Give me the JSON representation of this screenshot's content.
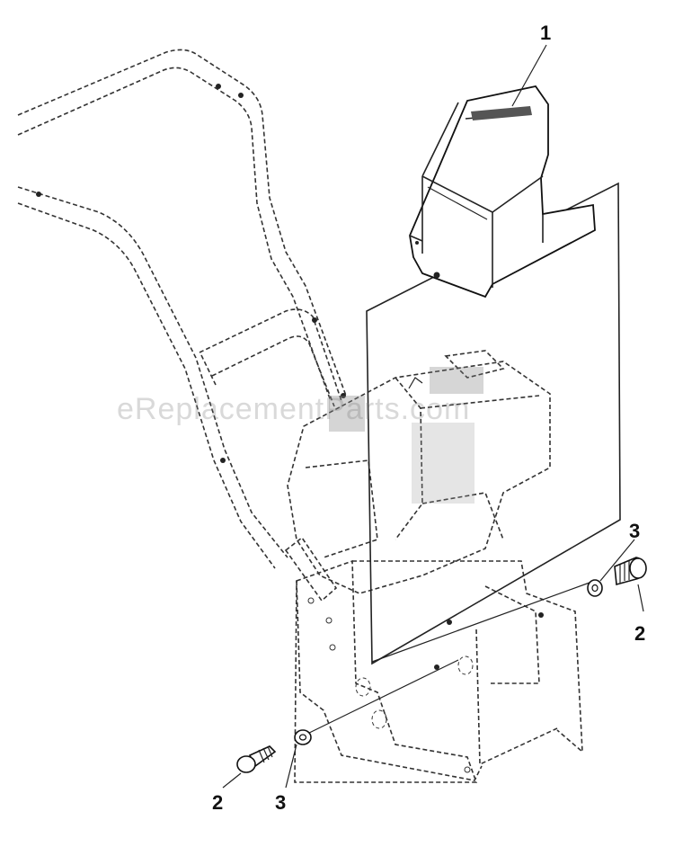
{
  "callouts": {
    "top_cover": "1",
    "bolt_right": "2",
    "washer_right": "3",
    "bolt_left": "2",
    "washer_left": "3"
  },
  "watermark": "eReplacementParts.com"
}
